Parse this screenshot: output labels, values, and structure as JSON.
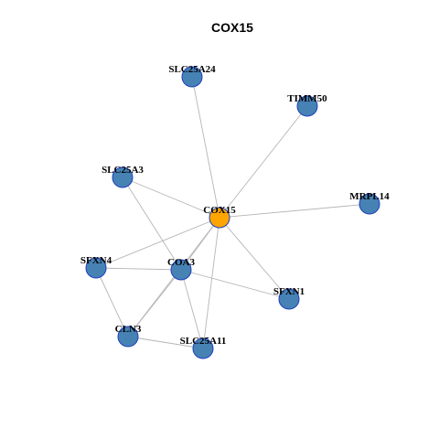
{
  "title": "COX15",
  "colors": {
    "center_node": "#FFA500",
    "neighbor_node": "#4682B4",
    "node_border": "#1F3FBF",
    "edge": "#B5B5B5"
  },
  "nodes": [
    {
      "id": "COX15",
      "label": "COX15",
      "role": "center"
    },
    {
      "id": "SLC25A24",
      "label": "SLC25A24",
      "role": "neighbor"
    },
    {
      "id": "TIMM50",
      "label": "TIMM50",
      "role": "neighbor"
    },
    {
      "id": "SLC25A3",
      "label": "SLC25A3",
      "role": "neighbor"
    },
    {
      "id": "MRPL14",
      "label": "MRPL14",
      "role": "neighbor"
    },
    {
      "id": "SFXN4",
      "label": "SFXN4",
      "role": "neighbor"
    },
    {
      "id": "COA3",
      "label": "COA3",
      "role": "neighbor"
    },
    {
      "id": "SFXN1",
      "label": "SFXN1",
      "role": "neighbor"
    },
    {
      "id": "CLN3",
      "label": "CLN3",
      "role": "neighbor"
    },
    {
      "id": "SLC25A11",
      "label": "SLC25A11",
      "role": "neighbor"
    }
  ],
  "edges": [
    [
      "COX15",
      "SLC25A24"
    ],
    [
      "COX15",
      "TIMM50"
    ],
    [
      "COX15",
      "SLC25A3"
    ],
    [
      "COX15",
      "MRPL14"
    ],
    [
      "COX15",
      "SFXN4"
    ],
    [
      "COX15",
      "COA3"
    ],
    [
      "COX15",
      "SFXN1"
    ],
    [
      "COX15",
      "CLN3"
    ],
    [
      "COX15",
      "SLC25A11"
    ],
    [
      "SLC25A3",
      "COA3"
    ],
    [
      "SFXN4",
      "COA3"
    ],
    [
      "SFXN4",
      "CLN3"
    ],
    [
      "COA3",
      "SFXN1"
    ],
    [
      "COA3",
      "CLN3"
    ],
    [
      "COA3",
      "SLC25A11"
    ],
    [
      "CLN3",
      "SLC25A11"
    ]
  ]
}
